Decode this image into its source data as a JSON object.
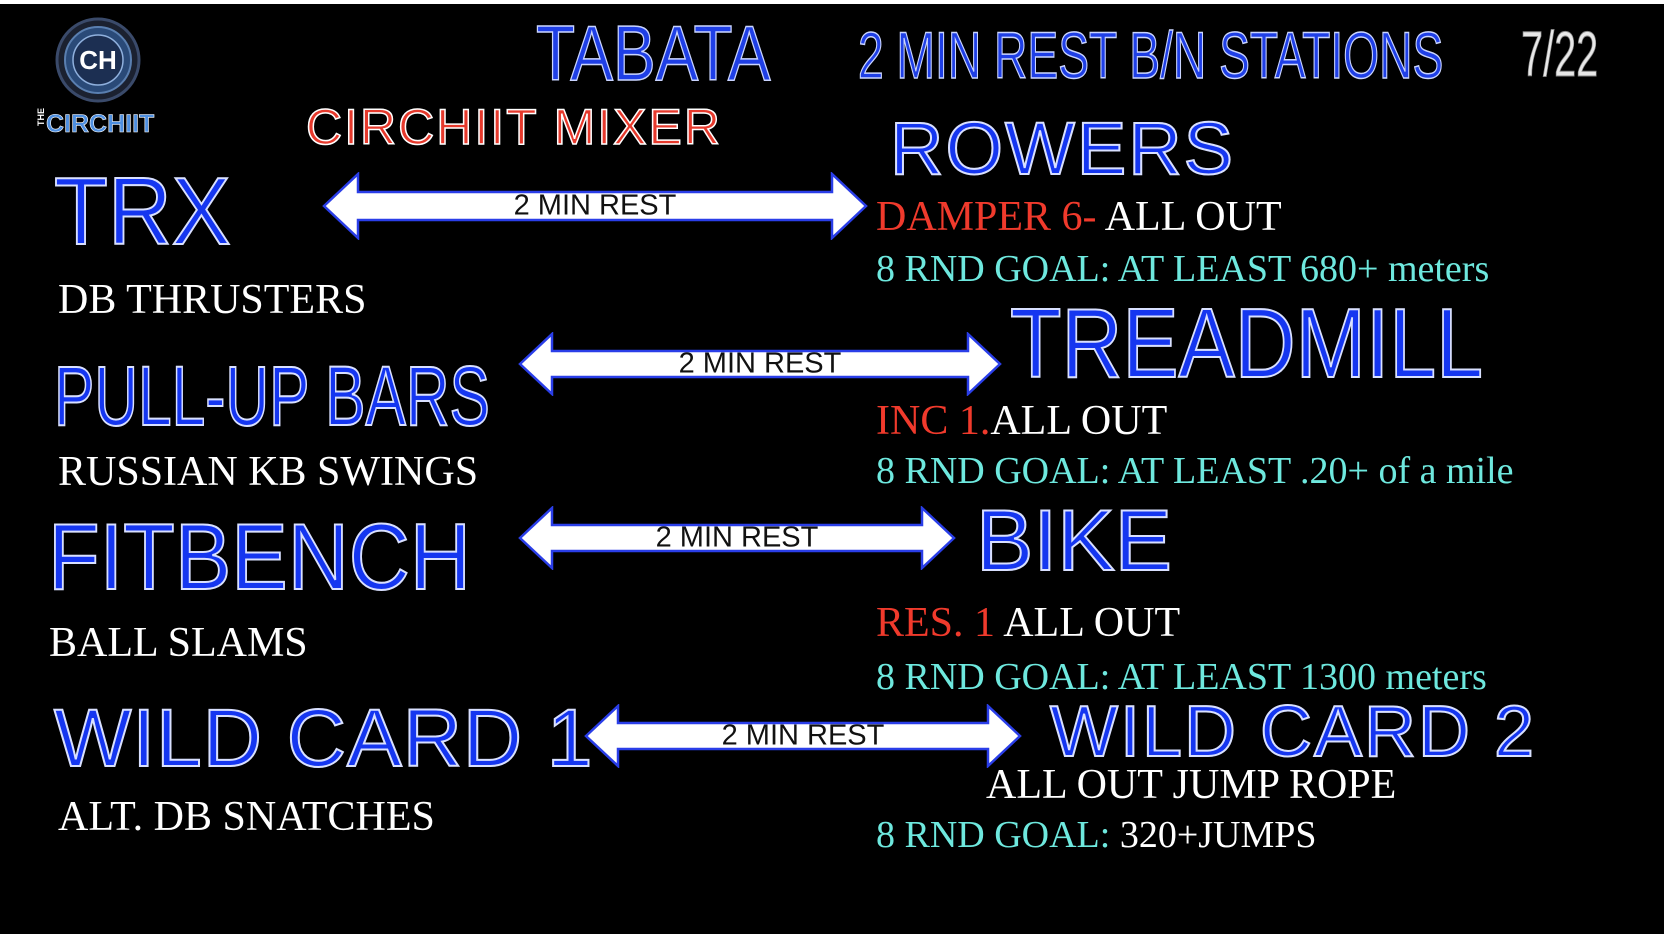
{
  "header": {
    "title": "TABATA",
    "rest_note": "2 MIN REST B/N STATIONS",
    "date": "7/22",
    "subtitle": "CIRCHIIT MIXER"
  },
  "logo": {
    "monogram": "CH",
    "the": "THE",
    "brand": "CIRCHIIT"
  },
  "arrows": [
    {
      "label": "2 MIN REST"
    },
    {
      "label": "2 MIN REST"
    },
    {
      "label": "2 MIN REST"
    },
    {
      "label": "2 MIN REST"
    }
  ],
  "left_stations": [
    {
      "name": "TRX",
      "exercise": "DB THRUSTERS"
    },
    {
      "name": "PULL-UP BARS",
      "exercise": "RUSSIAN KB SWINGS"
    },
    {
      "name": "FITBENCH",
      "exercise": "BALL SLAMS"
    },
    {
      "name": "WILD CARD 1",
      "exercise": "ALT. DB SNATCHES"
    }
  ],
  "right_stations": [
    {
      "name": "ROWERS",
      "setting": "DAMPER 6-",
      "instruction": " ALL OUT",
      "goal_label": "8 RND GOAL:",
      "goal_value": " AT LEAST 680+ meters"
    },
    {
      "name": "TREADMILL",
      "setting": "INC 1.",
      "instruction": "ALL OUT",
      "goal_label": "8 RND GOAL:",
      "goal_value": " AT LEAST .20+ of a mile"
    },
    {
      "name": "BIKE",
      "setting": "RES. 1",
      "instruction": " ALL OUT",
      "goal_label": "8 RND GOAL:",
      "goal_value": " AT LEAST 1300 meters"
    },
    {
      "name": "WILD CARD 2",
      "setting": "",
      "instruction": "ALL OUT JUMP ROPE",
      "goal_label": "8 RND GOAL:",
      "goal_value": " 320+JUMPS"
    }
  ],
  "colors": {
    "background": "#000000",
    "station_blue": "#1536f0",
    "setting_red": "#f03a2c",
    "goal_cyan": "#6ee8de",
    "text_white": "#ffffff"
  }
}
